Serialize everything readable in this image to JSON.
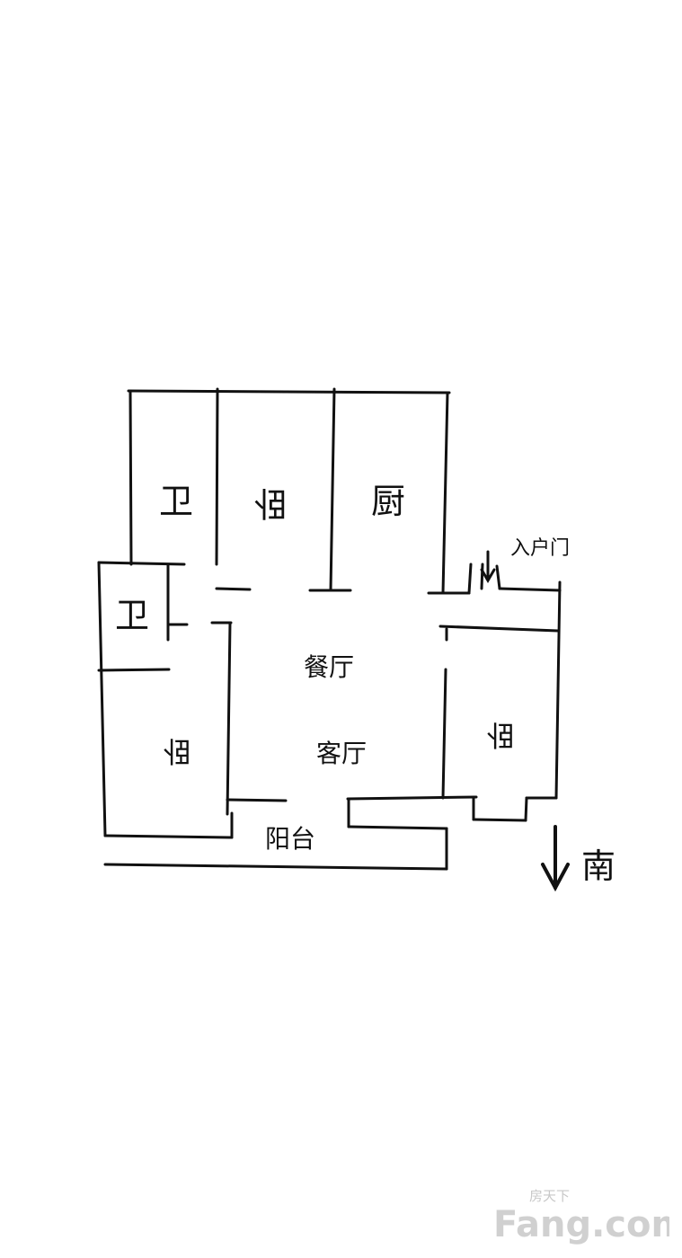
{
  "floor_plan": {
    "rooms": {
      "bath_north": "卫",
      "bed_north": "卧",
      "kitchen": "厨",
      "bath_west": "卫",
      "dining": "餐厅",
      "living": "客厅",
      "bed_west": "卧",
      "bed_east": "卧",
      "balcony": "阳台"
    },
    "entrance_label": "入户门",
    "compass_label": "南"
  },
  "watermark": {
    "top_text": "房天下",
    "main_text": "Fang.com"
  }
}
